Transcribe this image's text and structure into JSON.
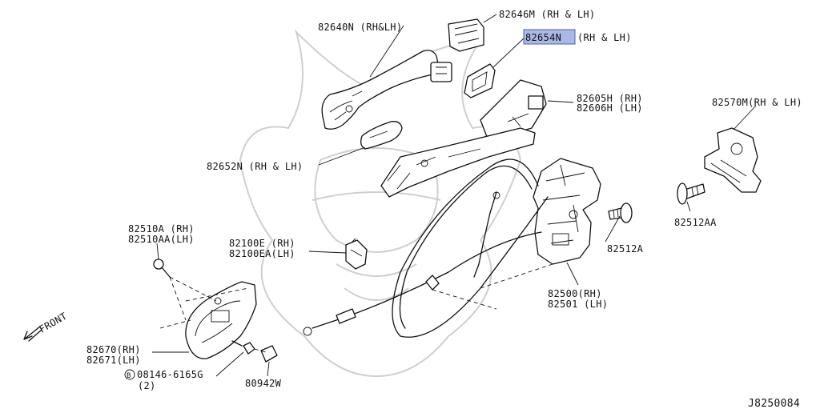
{
  "labels": {
    "l_82646m": "82646M (RH & LH)",
    "l_82640n": "82640N (RH&LH)",
    "l_82654n_part": "82654N",
    "l_82654n_side": "(RH & LH)",
    "l_82605h": "82605H (RH)",
    "l_82606h": "82606H (LH)",
    "l_82570m": "82570M(RH & LH)",
    "l_82652n": "82652N (RH & LH)",
    "l_82512aa": "82512AA",
    "l_82512a": "82512A",
    "l_82510a": "82510A  (RH)",
    "l_82510aa": "82510AA(LH)",
    "l_82100e": "82100E  (RH)",
    "l_82100ea": "82100EA(LH)",
    "l_82500": "82500(RH)",
    "l_82501": "82501 (LH)",
    "l_82670": "82670(RH)",
    "l_82671": "82671(LH)",
    "l_bolt_b": "B",
    "l_bolt": "08146-6165G",
    "l_bolt_qty": "(2)",
    "l_80942w": "80942W",
    "l_front": "FRONT",
    "l_figure_id": "J8250084"
  },
  "highlight_color": "#aab8e6",
  "highlight_border": "#5060a0"
}
